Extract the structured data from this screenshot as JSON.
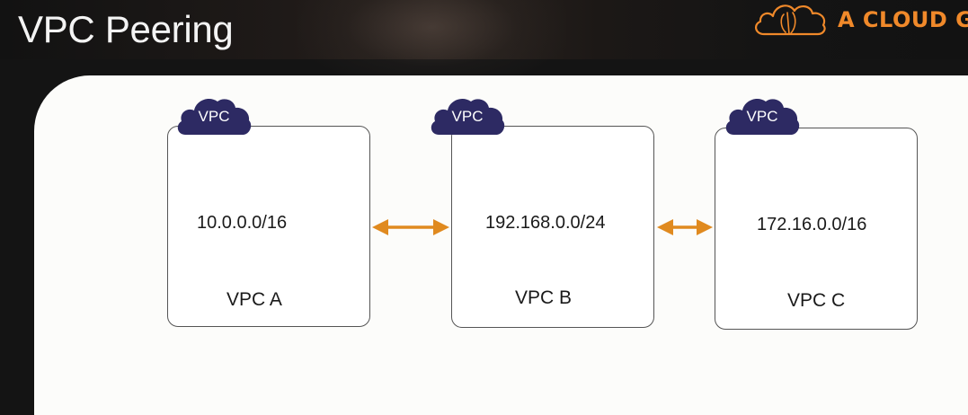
{
  "header": {
    "title": "VPC Peering",
    "logo_text": "A CLOUD G",
    "logo_icon": "cloud-guru-icon",
    "accent_color": "#f0892a"
  },
  "diagram": {
    "badge_color": "#2d2a63",
    "arrow_color": "#e08a1f",
    "vpcs": [
      {
        "badge": "VPC",
        "cidr": "10.0.0.0/16",
        "name": "VPC A"
      },
      {
        "badge": "VPC",
        "cidr": "192.168.0.0/24",
        "name": "VPC B"
      },
      {
        "badge": "VPC",
        "cidr": "172.16.0.0/16",
        "name": "VPC C"
      }
    ],
    "connections": [
      {
        "from": "VPC A",
        "to": "VPC B",
        "type": "bidirectional"
      },
      {
        "from": "VPC B",
        "to": "VPC C",
        "type": "bidirectional"
      }
    ]
  }
}
